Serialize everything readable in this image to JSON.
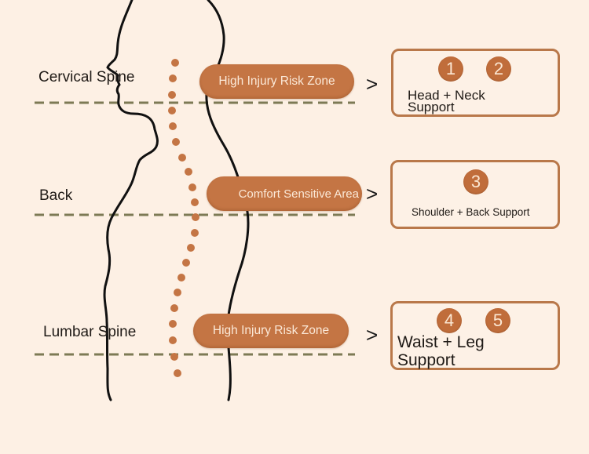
{
  "colors": {
    "background": "#fdf0e4",
    "accent": "#c47544",
    "badge": "#c06d3b",
    "box_border": "#b9784a",
    "divider": "#7d7a55",
    "outline": "#111111",
    "pill_text": "#fbe9d8"
  },
  "regions": [
    {
      "label": "Cervical Spine",
      "zone": "High Injury Risk Zone",
      "arrow": ">",
      "support": {
        "badges": [
          "1",
          "2"
        ],
        "text": "Head + Neck Support"
      }
    },
    {
      "label": "Back",
      "zone": "Comfort Sensitive Area",
      "arrow": ">",
      "support": {
        "badges": [
          "3"
        ],
        "text": "Shoulder + Back Support"
      }
    },
    {
      "label": "Lumbar Spine",
      "zone": "High Injury Risk Zone",
      "arrow": ">",
      "support": {
        "badges": [
          "4",
          "5"
        ],
        "text": "Waist + Leg Support"
      }
    }
  ],
  "icons": {
    "body_outline": "human-profile-silhouette",
    "spine": "vertebrae-dots"
  }
}
